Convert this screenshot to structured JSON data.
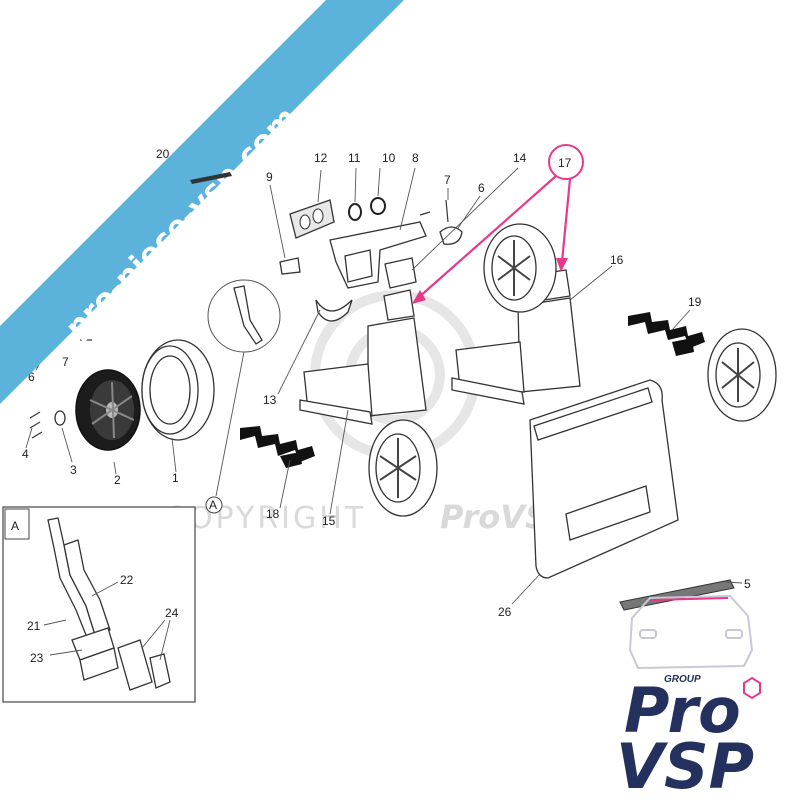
{
  "banner": {
    "text": "pro-piece-vsp.com",
    "color": "#5bb3dc"
  },
  "watermark": {
    "text": "COPYRIGHT",
    "brand": "ProVSP"
  },
  "callout_letter": "A",
  "highlight": {
    "number": "17",
    "color": "#e8388a"
  },
  "part_numbers": {
    "p1": "1",
    "p2": "2",
    "p3": "3",
    "p4": "4",
    "p5": "5",
    "p6": "6",
    "p6b": "6",
    "p7": "7",
    "p7b": "7",
    "p8": "8",
    "p9": "9",
    "p10": "10",
    "p11": "11",
    "p12": "12",
    "p13": "13",
    "p14": "14",
    "p15": "15",
    "p16": "16",
    "p18": "18",
    "p19": "19",
    "p20": "20",
    "p21": "21",
    "p22": "22",
    "p23": "23",
    "p24": "24",
    "p26": "26"
  },
  "logo": {
    "group": "GROUP",
    "line1": "Pro",
    "line2": "VSP",
    "dark": "#24305e",
    "accent": "#e8388a"
  }
}
